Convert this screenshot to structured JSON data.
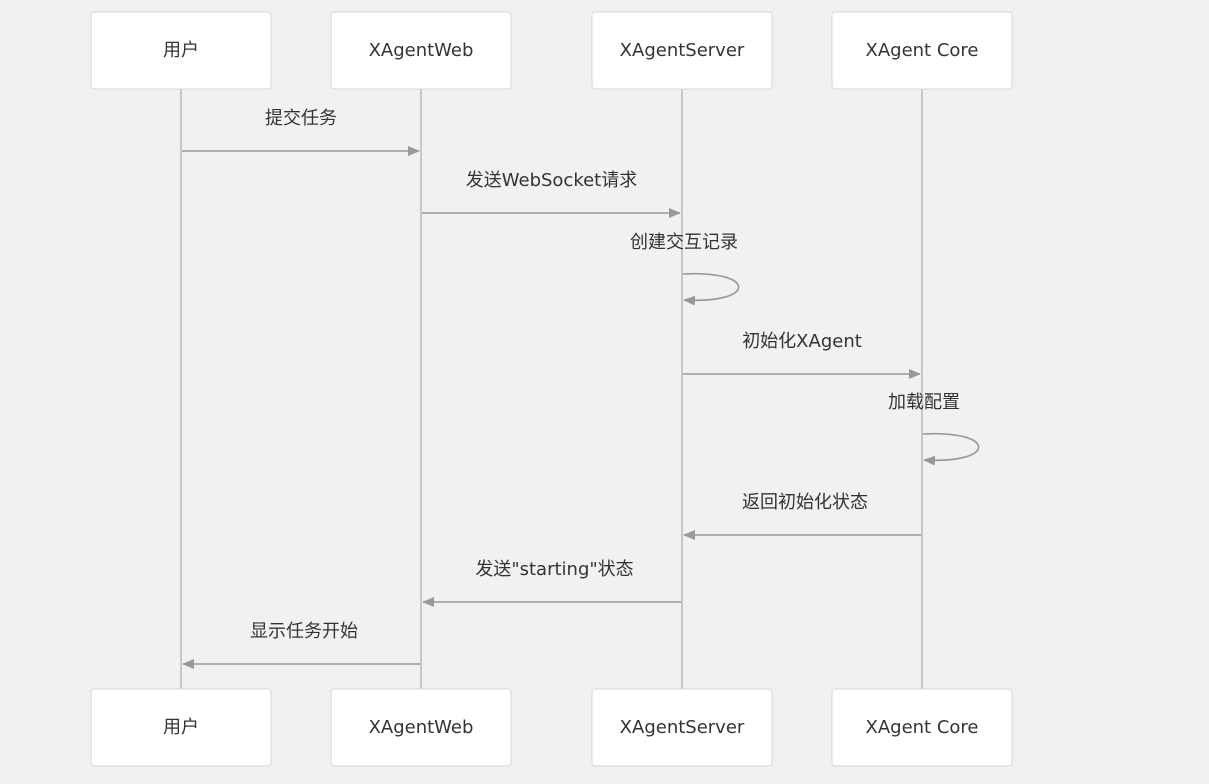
{
  "actors": [
    {
      "id": "user",
      "label": "用户"
    },
    {
      "id": "web",
      "label": "XAgentWeb"
    },
    {
      "id": "server",
      "label": "XAgentServer"
    },
    {
      "id": "core",
      "label": "XAgent Core"
    }
  ],
  "messages": [
    {
      "from": "user",
      "to": "web",
      "label": "提交任务"
    },
    {
      "from": "web",
      "to": "server",
      "label": "发送WebSocket请求"
    },
    {
      "from": "server",
      "to": "server",
      "label": "创建交互记录"
    },
    {
      "from": "server",
      "to": "core",
      "label": "初始化XAgent"
    },
    {
      "from": "core",
      "to": "core",
      "label": "加载配置"
    },
    {
      "from": "core",
      "to": "server",
      "label": "返回初始化状态"
    },
    {
      "from": "server",
      "to": "web",
      "label": "发送\"starting\"状态"
    },
    {
      "from": "web",
      "to": "user",
      "label": "显示任务开始"
    }
  ],
  "colors": {
    "background": "#f2f1ef",
    "box_fill": "#ffffff",
    "box_border": "#d6d6d6",
    "lifeline": "#c8c8c8",
    "arrow": "#999999",
    "text": "#333333"
  }
}
